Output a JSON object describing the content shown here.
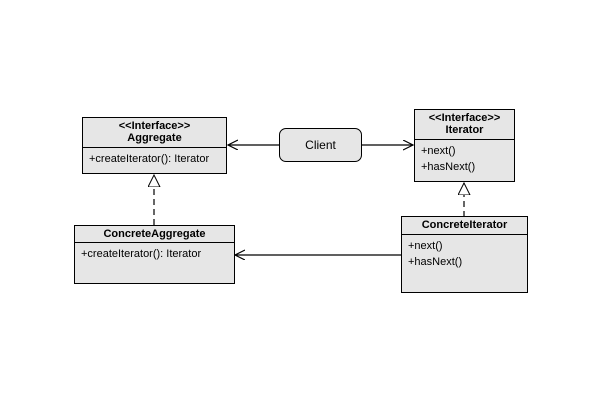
{
  "aggregate": {
    "stereotype": "<<Interface>>",
    "name": "Aggregate",
    "methods": [
      "+createIterator(): Iterator"
    ]
  },
  "iterator": {
    "stereotype": "<<Interface>>",
    "name": "Iterator",
    "methods": [
      "+next()",
      "+hasNext()"
    ]
  },
  "concrete_aggregate": {
    "name": "ConcreteAggregate",
    "methods": [
      "+createIterator(): Iterator"
    ]
  },
  "concrete_iterator": {
    "name": "ConcreteIterator",
    "methods": [
      "+next()",
      "+hasNext()"
    ]
  },
  "client": {
    "label": "Client"
  },
  "colors": {
    "fill": "#e6e6e6",
    "stroke": "#000000"
  }
}
